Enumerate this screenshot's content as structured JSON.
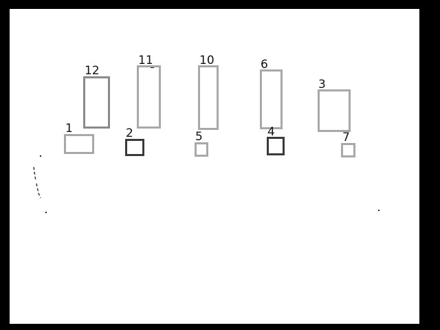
{
  "colors": {
    "background": "#000000",
    "canvas": "#ffffff",
    "label": "#111111",
    "light_gray": "#a8a8a8",
    "mid_gray": "#8a8a8a",
    "dark_gray": "#3a3a3a"
  },
  "boxes": [
    {
      "label": "12",
      "shade": "mid_gray"
    },
    {
      "label": "11",
      "shade": "light_gray"
    },
    {
      "label": "10",
      "shade": "light_gray"
    },
    {
      "label": "6",
      "shade": "light_gray"
    },
    {
      "label": "3",
      "shade": "light_gray"
    },
    {
      "label": "1",
      "shade": "light_gray"
    },
    {
      "label": "2",
      "shade": "dark_gray"
    },
    {
      "label": "5",
      "shade": "light_gray"
    },
    {
      "label": "4",
      "shade": "dark_gray"
    },
    {
      "label": "7",
      "shade": "light_gray"
    }
  ]
}
